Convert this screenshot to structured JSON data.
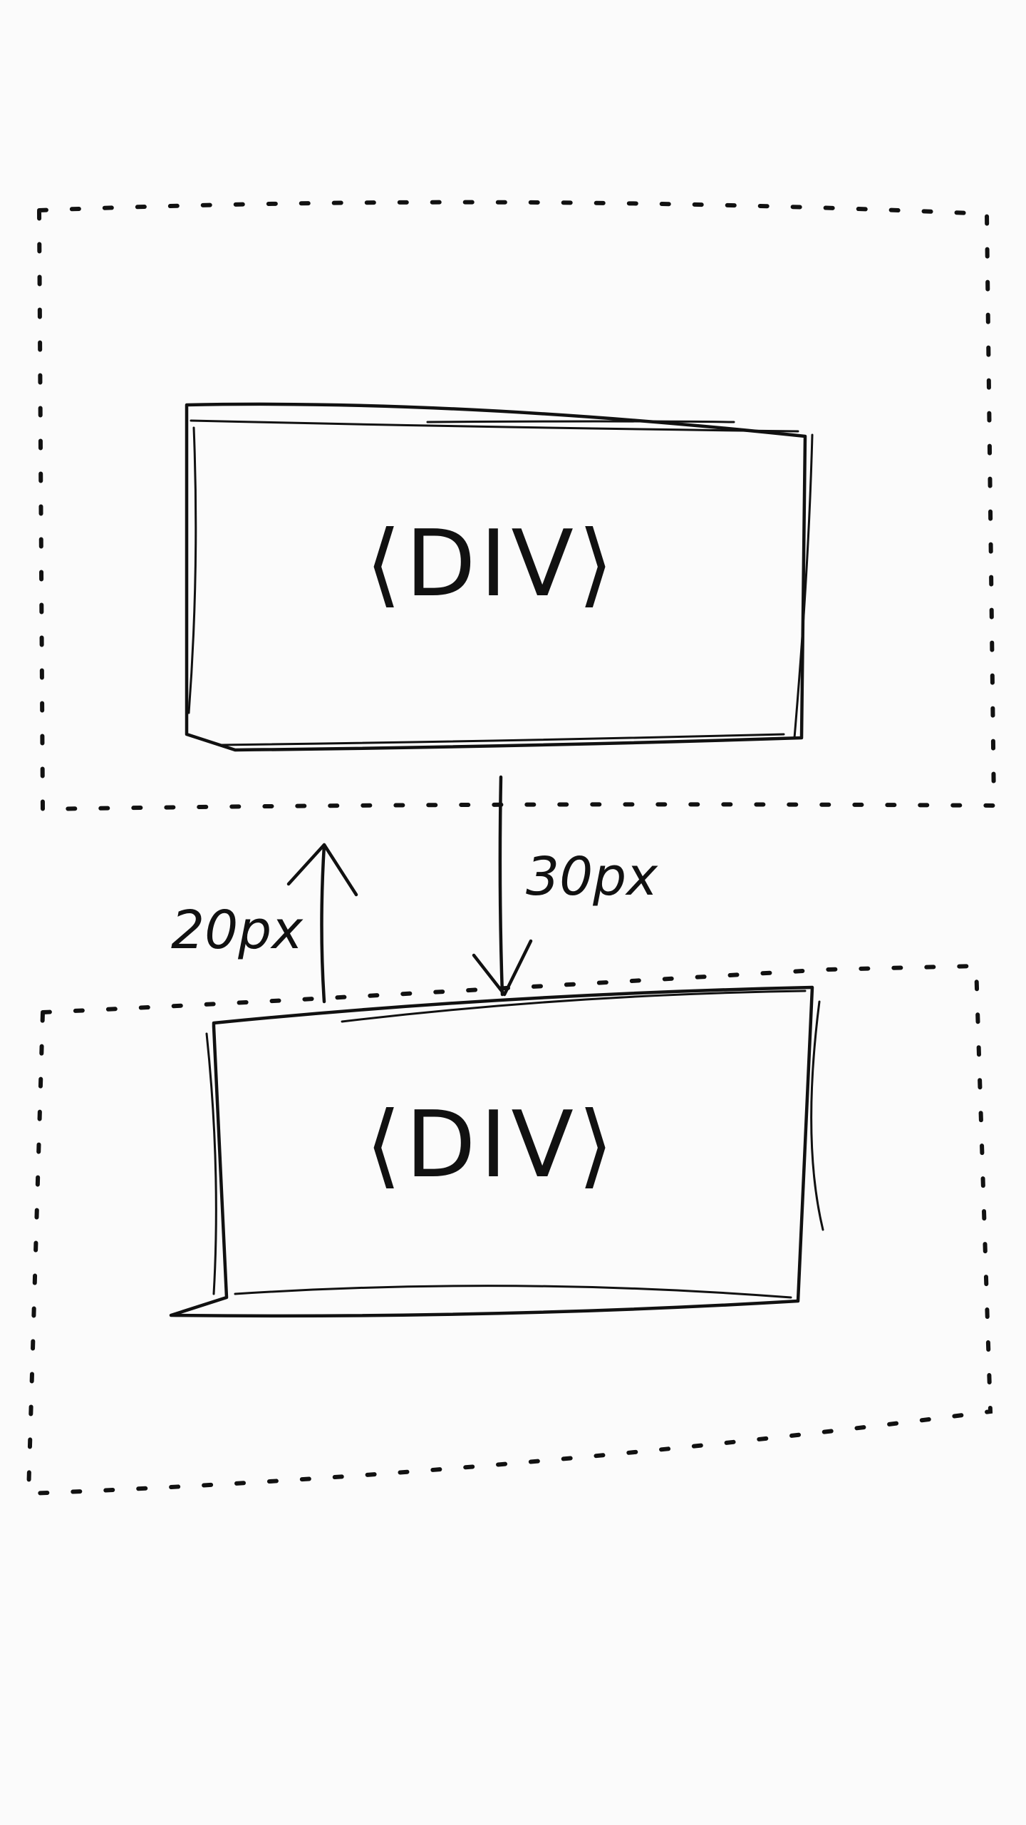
{
  "diagram": {
    "top_box": {
      "label": "⟨DIV⟩"
    },
    "bottom_box": {
      "label": "⟨DIV⟩"
    },
    "margin_top_note": {
      "label": "20px"
    },
    "margin_bottom_note": {
      "label": "30px"
    },
    "ink_color": "#111111",
    "background_color": "#fbfbfb"
  }
}
